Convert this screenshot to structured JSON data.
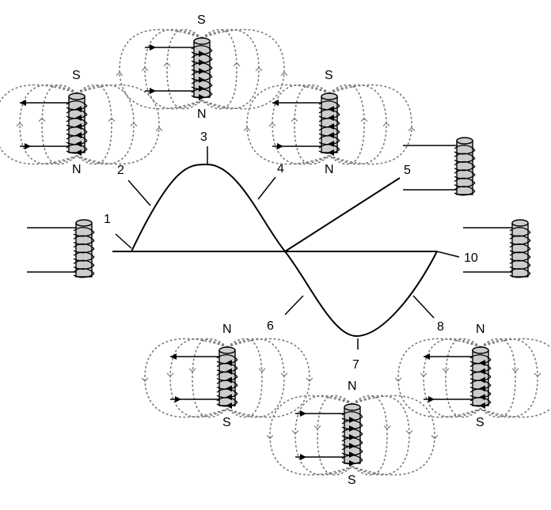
{
  "stage_labels": [
    "1",
    "2",
    "3",
    "4",
    "5",
    "6",
    "7",
    "8",
    "10"
  ],
  "coils": [
    {
      "id": "c1",
      "north": "",
      "south": "",
      "field": false
    },
    {
      "id": "c2",
      "north": "N",
      "south": "S",
      "field": true,
      "north_pos": "bottom",
      "current": "left"
    },
    {
      "id": "c3",
      "north": "N",
      "south": "S",
      "field": true,
      "north_pos": "bottom",
      "current": "right"
    },
    {
      "id": "c4",
      "north": "N",
      "south": "S",
      "field": true,
      "north_pos": "bottom",
      "current": "left"
    },
    {
      "id": "c5",
      "north": "",
      "south": "",
      "field": false
    },
    {
      "id": "c6",
      "north": "N",
      "south": "S",
      "field": true,
      "north_pos": "top",
      "current": "left"
    },
    {
      "id": "c7",
      "north": "N",
      "south": "S",
      "field": true,
      "north_pos": "top",
      "current": "right"
    },
    {
      "id": "c8",
      "north": "N",
      "south": "S",
      "field": true,
      "north_pos": "top",
      "current": "left"
    },
    {
      "id": "c10",
      "north": "",
      "south": "",
      "field": false
    }
  ],
  "colors": {
    "line": "#000000",
    "coil_fill": "#cccccc",
    "field_line": "#777777",
    "field_arrow": "#777777"
  }
}
